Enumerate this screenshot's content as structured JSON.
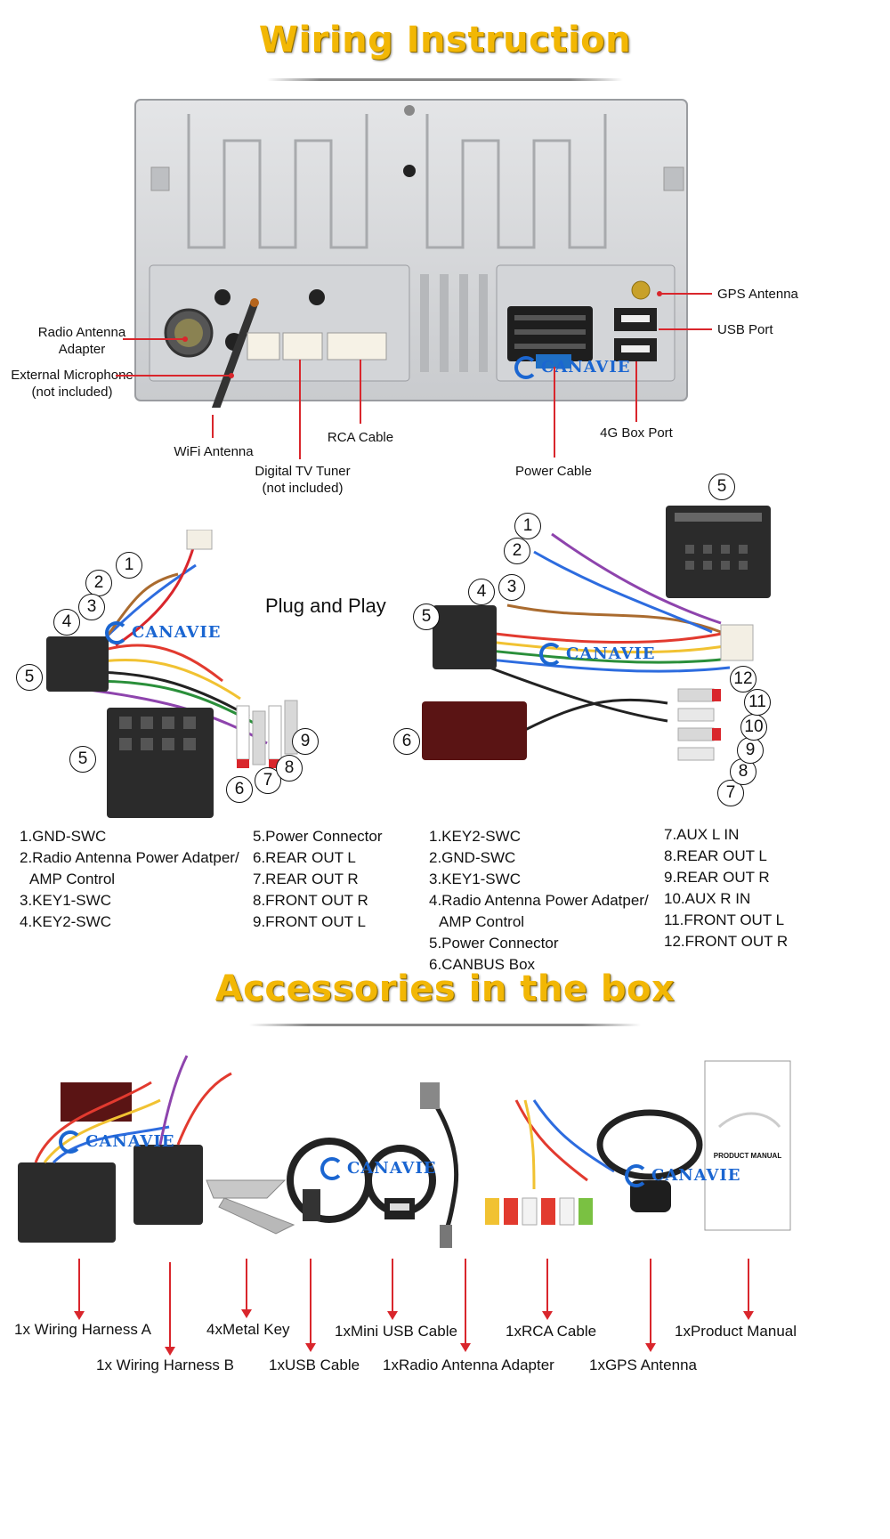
{
  "headings": {
    "wiring": "Wiring Instruction",
    "accessories": "Accessories in the box"
  },
  "brand": "CANAVIE",
  "colors": {
    "heading": "#f2b705",
    "leader": "#d9262c",
    "brand": "#1b66d1"
  },
  "unit_labels": {
    "radio_antenna_adapter": "Radio Antenna\nAdapter",
    "external_microphone": "External Microphone\n(not included)",
    "wifi_antenna": "WiFi Antenna",
    "digital_tv_tuner": "Digital TV Tuner\n(not included)",
    "rca_cable": "RCA Cable",
    "power_cable": "Power Cable",
    "box_4g_port": "4G Box Port",
    "gps_antenna": "GPS Antenna",
    "usb_port": "USB Port"
  },
  "plug_and_play": "Plug and Play",
  "harness_a_pins_col1": [
    "1.GND-SWC",
    "2.Radio Antenna Power Adatper/",
    "AMP Control",
    "3.KEY1-SWC",
    "4.KEY2-SWC"
  ],
  "harness_a_pins_col2": [
    "5.Power Connector",
    "6.REAR OUT L",
    "7.REAR OUT R",
    "8.FRONT OUT R",
    "9.FRONT OUT L"
  ],
  "harness_b_pins_col1": [
    "1.KEY2-SWC",
    "2.GND-SWC",
    "3.KEY1-SWC",
    "4.Radio Antenna Power Adatper/",
    "AMP Control",
    "5.Power Connector",
    "6.CANBUS Box"
  ],
  "harness_b_pins_col2": [
    "7.AUX L IN",
    "8.REAR OUT L",
    "9.REAR OUT R",
    "10.AUX R IN",
    "11.FRONT OUT L",
    "12.FRONT OUT R"
  ],
  "callouts_a": [
    "1",
    "2",
    "3",
    "4",
    "5",
    "5",
    "6",
    "7",
    "8",
    "9"
  ],
  "callouts_b": [
    "1",
    "2",
    "3",
    "4",
    "5",
    "5",
    "6",
    "7",
    "8",
    "9",
    "10",
    "11",
    "12"
  ],
  "accessories_top": [
    "1x Wiring Harness A",
    "4xMetal Key",
    "1xMini USB Cable",
    "1xRCA Cable",
    "1xProduct Manual"
  ],
  "accessories_bottom": [
    "1x Wiring Harness B",
    "1xUSB Cable",
    "1xRadio Antenna Adapter",
    "1xGPS Antenna"
  ],
  "manual_cover_text": "PRODUCT MANUAL"
}
